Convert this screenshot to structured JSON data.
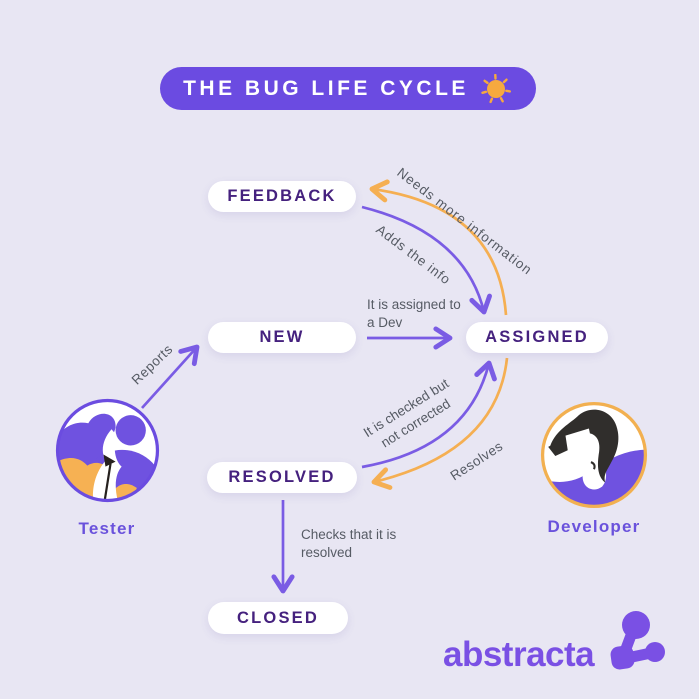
{
  "title": {
    "text": "THE BUG LIFE CYCLE",
    "icon": "sun"
  },
  "states": [
    {
      "id": "feedback",
      "label": "FEEDBACK"
    },
    {
      "id": "new",
      "label": "NEW"
    },
    {
      "id": "assigned",
      "label": "ASSIGNED"
    },
    {
      "id": "resolved",
      "label": "RESOLVED"
    },
    {
      "id": "closed",
      "label": "CLOSED"
    }
  ],
  "transitions": [
    {
      "from": "Tester",
      "to": "NEW",
      "label": "Reports",
      "color": "#7a5ce4"
    },
    {
      "from": "NEW",
      "to": "ASSIGNED",
      "label": "It is assigned to a Dev",
      "color": "#7a5ce4"
    },
    {
      "from": "ASSIGNED",
      "to": "FEEDBACK",
      "label": "Needs more information",
      "color": "#f5af52"
    },
    {
      "from": "FEEDBACK",
      "to": "ASSIGNED",
      "label": "Adds the info",
      "color": "#7a5ce4"
    },
    {
      "from": "RESOLVED",
      "to": "ASSIGNED",
      "label": "It is checked but not corrected",
      "color": "#7a5ce4"
    },
    {
      "from": "ASSIGNED",
      "to": "RESOLVED",
      "label": "Resolves",
      "color": "#f5af52"
    },
    {
      "from": "RESOLVED",
      "to": "CLOSED",
      "label": "Checks that it is resolved",
      "color": "#7a5ce4"
    }
  ],
  "actors": [
    {
      "id": "tester",
      "label": "Tester"
    },
    {
      "id": "developer",
      "label": "Developer"
    }
  ],
  "logo": {
    "text": "abstracta"
  },
  "colors": {
    "background": "#e8e6f3",
    "title_pill": "#6b4be1",
    "purple_arrow": "#7a5ce4",
    "orange_arrow": "#f5af52",
    "state_pill_text": "#45217e",
    "edge_label_text": "#565b64",
    "actor_label": "#6a52dc",
    "logo_purple": "#7a50e4",
    "sun_orange": "#f6a93f",
    "tester_ring": "#6b4ce0",
    "developer_ring": "#f2b050"
  }
}
